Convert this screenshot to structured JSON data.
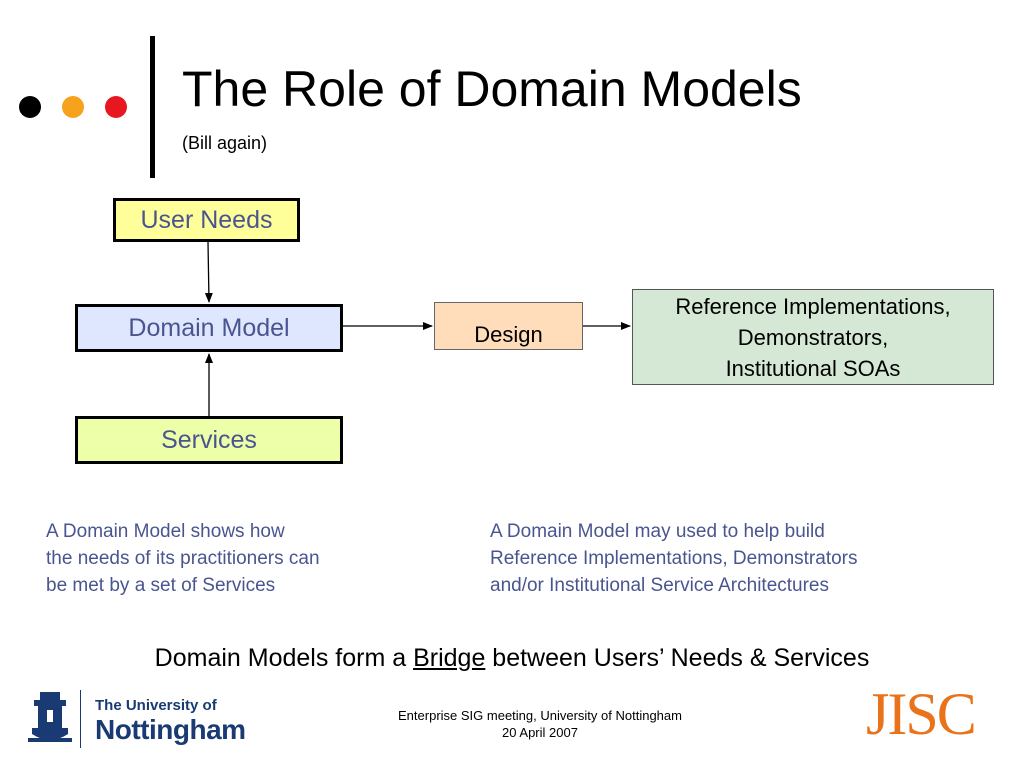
{
  "header": {
    "title": "The Role of Domain Models",
    "subtitle": "(Bill again)",
    "dot_colors": [
      "#000000",
      "#f7a21c",
      "#e8161f"
    ]
  },
  "diagram": {
    "user_needs": "User Needs",
    "domain_model": "Domain Model",
    "services": "Services",
    "design": "Design",
    "reference_lines": [
      "Reference Implementations,",
      "Demonstrators,",
      "Institutional SOAs"
    ]
  },
  "notes": {
    "left_lines": [
      "A Domain Model shows how",
      "the needs of its practitioners can",
      "be met by a set of Services"
    ],
    "right_lines": [
      "A Domain Model may used to help build",
      "Reference Implementations, Demonstrators",
      "and/or Institutional Service Architectures"
    ]
  },
  "bridge": {
    "before": "Domain Models form a ",
    "link": "Bridge",
    "after": " between Users’ Needs & Services"
  },
  "footer": {
    "line1": "Enterprise SIG meeting, University of Nottingham",
    "line2": "20 April 2007"
  },
  "logos": {
    "university_line1": "The University of",
    "university_line2": "Nottingham",
    "jisc": "JISC",
    "university_color": "#1a3a73",
    "jisc_color": "#e8731a"
  }
}
